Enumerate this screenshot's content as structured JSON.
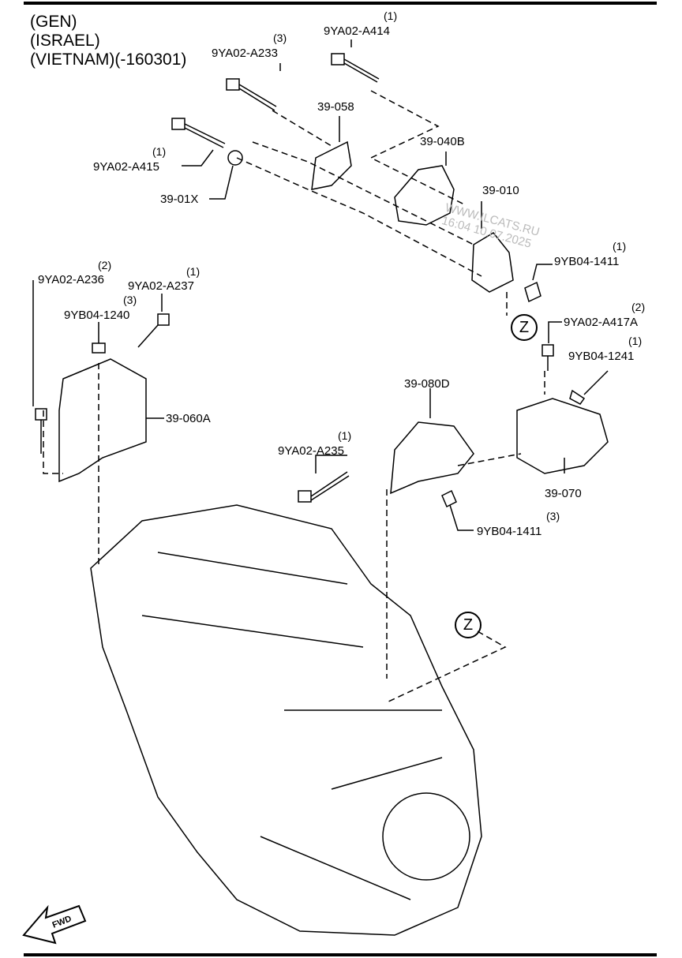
{
  "header": {
    "lines": [
      "(GEN)",
      "(ISRAEL)",
      "(VIETNAM)(-160301)"
    ]
  },
  "watermark": {
    "line1": "WWW.ILCATS.RU",
    "line2": "16:04 10.07.2025"
  },
  "callouts": [
    {
      "part": "9YA02-A414",
      "qty": "(1)"
    },
    {
      "part": "9YA02-A233",
      "qty": "(3)"
    },
    {
      "part": "39-058",
      "qty": ""
    },
    {
      "part": "39-040B",
      "qty": ""
    },
    {
      "part": "9YA02-A415",
      "qty": "(1)"
    },
    {
      "part": "39-01X",
      "qty": ""
    },
    {
      "part": "39-010",
      "qty": ""
    },
    {
      "part": "9YB04-1411",
      "qty": "(1)"
    },
    {
      "part": "9YA02-A236",
      "qty": "(2)"
    },
    {
      "part": "9YA02-A237",
      "qty": "(1)"
    },
    {
      "part": "9YB04-1240",
      "qty": "(3)"
    },
    {
      "part": "9YA02-A417A",
      "qty": "(2)"
    },
    {
      "part": "9YB04-1241",
      "qty": "(1)"
    },
    {
      "part": "39-080D",
      "qty": ""
    },
    {
      "part": "39-060A",
      "qty": ""
    },
    {
      "part": "9YA02-A235",
      "qty": "(1)"
    },
    {
      "part": "39-070",
      "qty": ""
    },
    {
      "part": "9YB04-1411",
      "qty": "(3)"
    }
  ],
  "reference_marks": [
    "Z",
    "Z"
  ],
  "direction_arrow": "FWD"
}
